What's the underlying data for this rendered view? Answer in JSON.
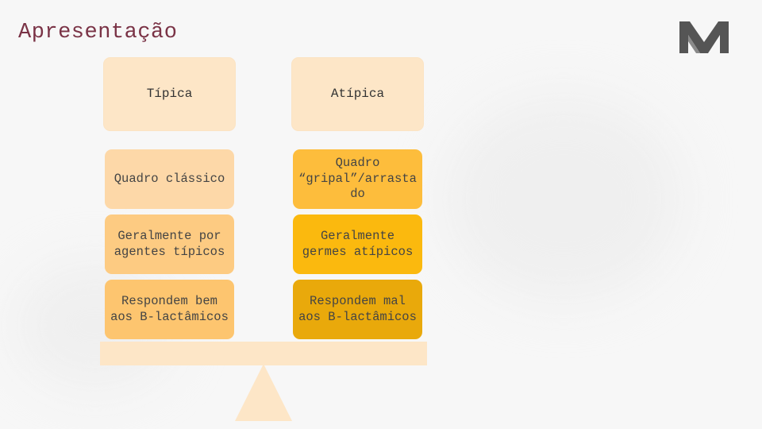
{
  "slide": {
    "title": "Apresentação",
    "logo_icon": "m-logo-icon"
  },
  "columns": {
    "left": {
      "header": "Típica",
      "rows": [
        "Quadro clássico",
        "Geralmente por agentes típicos",
        "Respondem bem aos B-lactâmicos"
      ]
    },
    "right": {
      "header": "Atípica",
      "rows": [
        "Quadro “gripal”/arrastado",
        "Geralmente germes atípicos",
        "Respondem mal aos B-lactâmicos"
      ]
    }
  },
  "colors": {
    "title": "#7a3346",
    "header_card": "#fde6c7",
    "left_row_1": "#fdd8a8",
    "left_row_2": "#fdcb82",
    "left_row_3": "#fdc56f",
    "right_row_1": "#fdbd3c",
    "right_row_2": "#fbb90e",
    "right_row_3": "#e9a90b",
    "balance": "#fde6c7",
    "logo": "#555555"
  }
}
